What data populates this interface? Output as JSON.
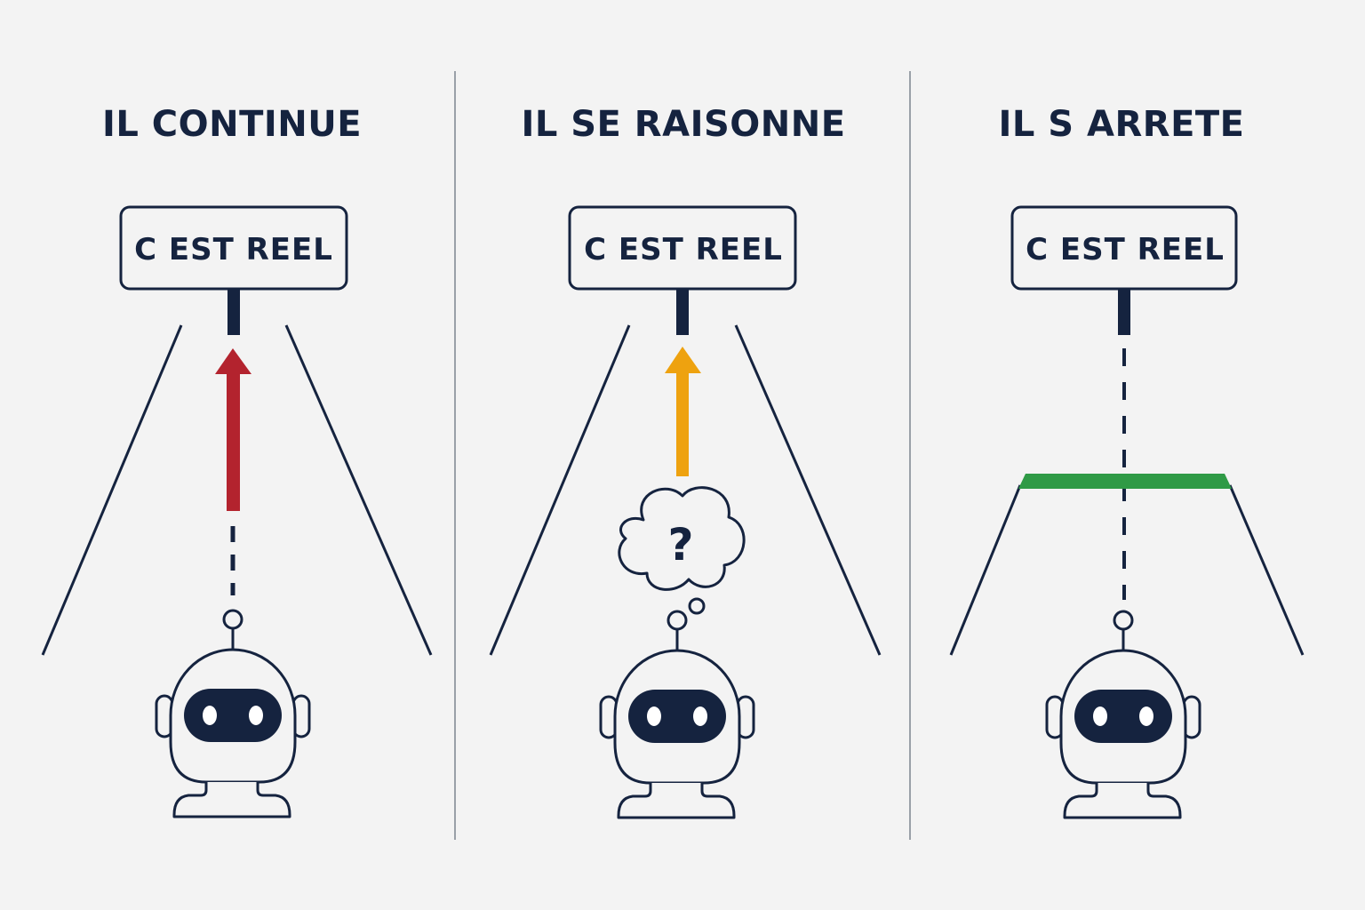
{
  "colors": {
    "background": "#f3f3f3",
    "ink": "#15233f",
    "divider": "#9aa0a8",
    "continue_arrow": "#b3232e",
    "reason_arrow": "#eea20f",
    "stop_barrier": "#2f9a46"
  },
  "panels": [
    {
      "title": "IL CONTINUE",
      "sign": "C EST REEL",
      "indicator": "arrow",
      "indicator_color": "#b3232e",
      "robot_icon": "robot-icon"
    },
    {
      "title": "IL SE RAISONNE",
      "sign": "C EST REEL",
      "indicator": "arrow",
      "indicator_color": "#eea20f",
      "thought_bubble": "?",
      "robot_icon": "robot-icon"
    },
    {
      "title": "IL S ARRETE",
      "sign": "C EST REEL",
      "indicator": "barrier",
      "indicator_color": "#2f9a46",
      "robot_icon": "robot-icon"
    }
  ]
}
